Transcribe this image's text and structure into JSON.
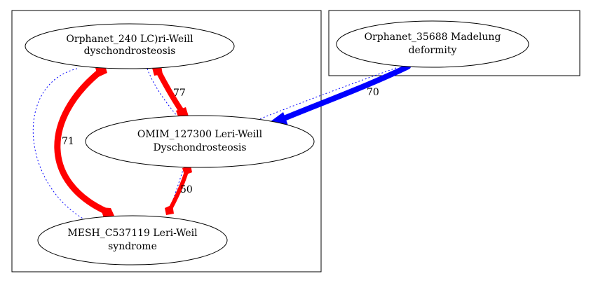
{
  "clusters": [
    {
      "id": "cluster-left"
    },
    {
      "id": "cluster-right"
    }
  ],
  "nodes": {
    "orphanet_240": {
      "line1": "Orphanet_240 LC)ri-Weill",
      "line2": "dyschondrosteosis"
    },
    "orphanet_35688": {
      "line1": "Orphanet_35688 Madelung",
      "line2": "deformity"
    },
    "omim_127300": {
      "line1": "OMIM_127300 Leri-Weill",
      "line2": "Dyschondrosteosis"
    },
    "mesh_c537119": {
      "line1": "MESH_C537119 Leri-Weil",
      "line2": "syndrome"
    }
  },
  "edges": {
    "e_240_omim": {
      "label": "77",
      "color": "#ff0000"
    },
    "e_240_mesh": {
      "label": "71",
      "color": "#ff0000"
    },
    "e_omim_mesh": {
      "label": "50",
      "color": "#ff0000"
    },
    "e_35688_omim": {
      "label": "70",
      "color": "#0000ff"
    }
  },
  "colors": {
    "dotted": "#0000ff",
    "stroke": "#000000"
  }
}
